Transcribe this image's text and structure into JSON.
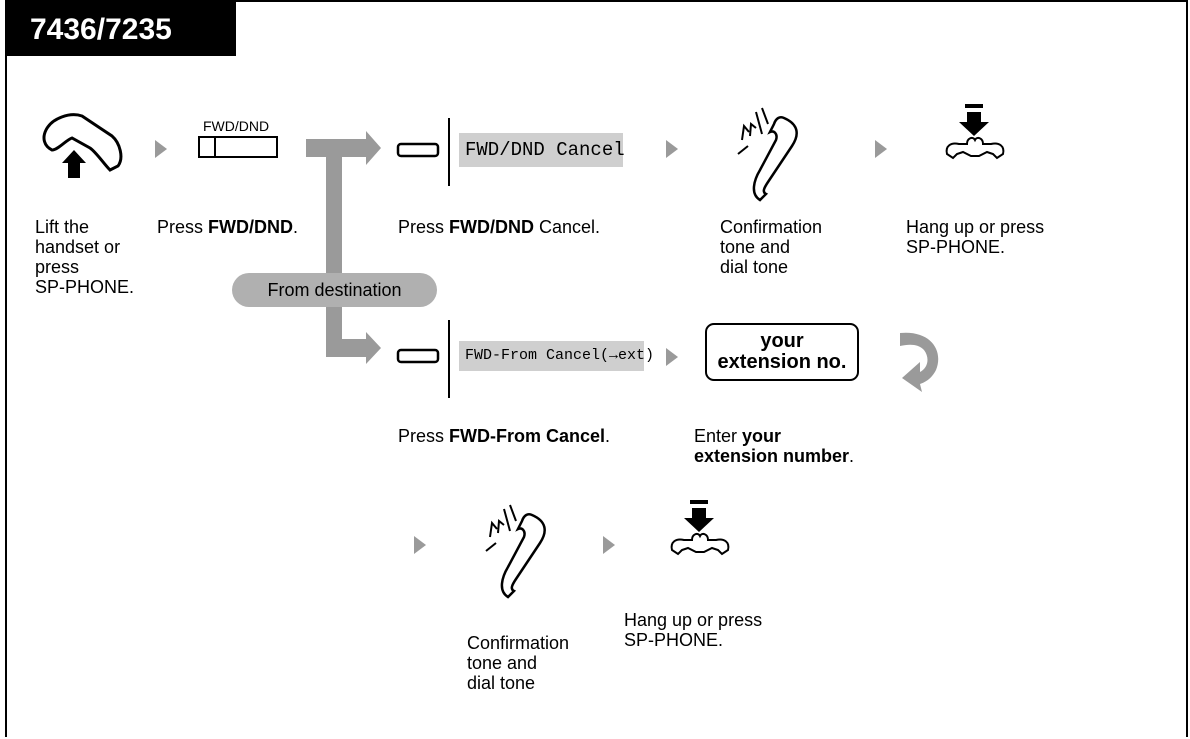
{
  "header": {
    "model": "7436/7235"
  },
  "flow_top": {
    "step1": {
      "line1": "Lift the",
      "line2": "handset or",
      "line3": "press",
      "line4": "SP-PHONE."
    },
    "step2": {
      "key_label": "FWD/DND",
      "prefix": "Press ",
      "bold": "FWD/DND",
      "suffix": "."
    },
    "step3": {
      "display": "FWD/DND Cancel",
      "prefix": "Press ",
      "bold": "FWD/DND",
      "suffix": " Cancel."
    },
    "step4": {
      "line1": "Confirmation",
      "line2": "tone and",
      "line3": "dial tone"
    },
    "step5": {
      "line1": "Hang up or press",
      "line2": "SP-PHONE."
    }
  },
  "branch": {
    "label": "From destination"
  },
  "flow_bottom": {
    "step3": {
      "display": "FWD-From Cancel(→ext)",
      "prefix": "Press ",
      "bold": "FWD-From Cancel",
      "suffix": "."
    },
    "step4": {
      "box_line1": "your",
      "box_line2": "extension no.",
      "prefix": "Enter ",
      "bold1": "your",
      "bold2": "extension number",
      "suffix": "."
    }
  },
  "flow_final": {
    "confirm": {
      "line1": "Confirmation",
      "line2": "tone and",
      "line3": "dial tone"
    },
    "hangup": {
      "line1": "Hang up or press",
      "line2": "SP-PHONE."
    }
  },
  "colors": {
    "arrow": "#9a9a9a",
    "display_bg": "#cfcfcf",
    "pill_bg": "#b0b0b0",
    "tab_bg": "#000000"
  },
  "icons": [
    "handset-lift-icon",
    "fwd-dnd-key-icon",
    "button-icon",
    "confirmation-tone-icon",
    "hang-up-icon",
    "continue-arrow-icon"
  ]
}
